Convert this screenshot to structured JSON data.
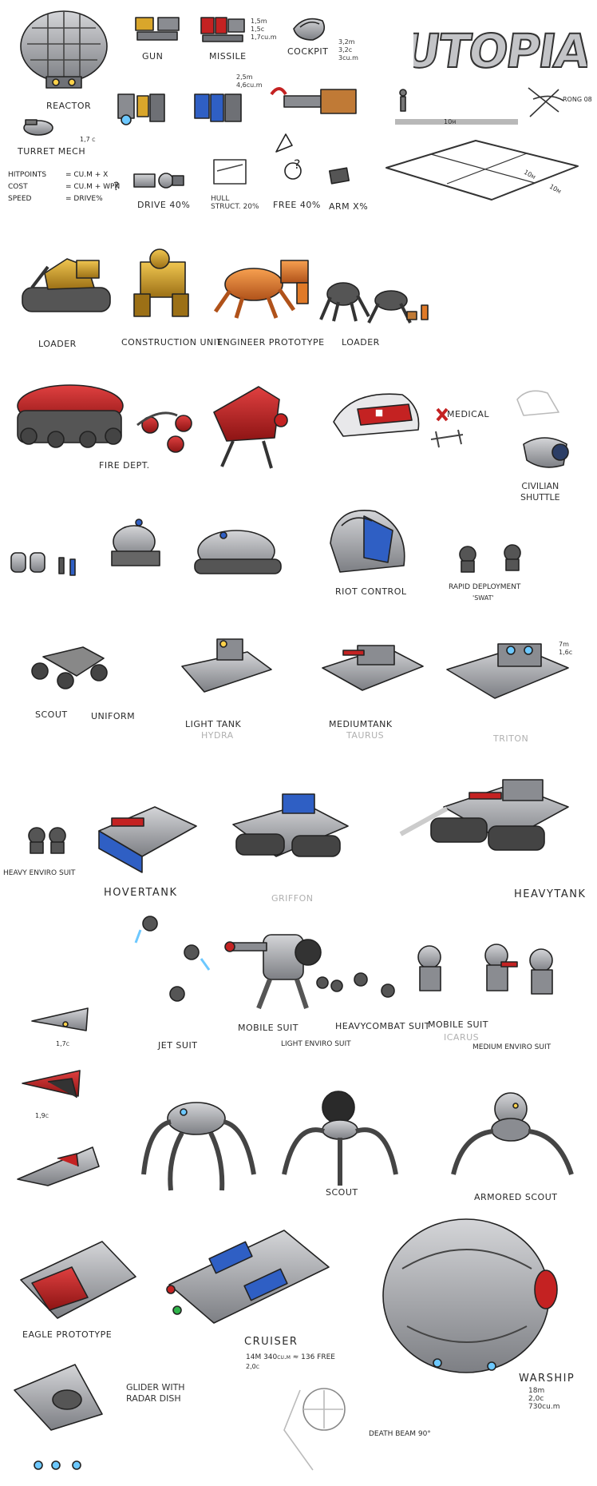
{
  "sheet": {
    "logo_text": "UTOPIA",
    "signature": "RONG 08",
    "scale_label": "10m",
    "grid_labels": [
      "10m",
      "10m"
    ]
  },
  "parts": {
    "reactor": "REACTOR",
    "turret_mech": "TURRET MECH",
    "turret_cost": "1,7 c",
    "gun": "GUN",
    "missile": "MISSILE",
    "missile_note": "1,5m\n1,5c\n1,7cu.m",
    "cockpit": "COCKPIT",
    "cockpit_note": "3,2m\n3,2c\n3cu.m",
    "tool_note": "2,5m\n4,6cu.m",
    "drive": "DRIVE 40%",
    "hull": "HULL\nSTRUCT. 20%",
    "free": "FREE 40%",
    "arm": "ARM X%",
    "question": "?"
  },
  "stats": [
    {
      "key": "HITPOINTS",
      "value": "= CU.M + X"
    },
    {
      "key": "COST",
      "value": "= CU.M + WPN"
    },
    {
      "key": "SPEED",
      "value": "= DRIVE%"
    }
  ],
  "units": {
    "loader_1": "LOADER",
    "construction": "CONSTRUCTION UNIT",
    "engineer": "ENGINEER PROTOTYPE",
    "loader_2": "LOADER",
    "fire": "FIRE DEPT.",
    "medical": "MEDICAL",
    "shuttle": "CIVILIAN\nSHUTTLE",
    "riot": "RIOT CONTROL",
    "rapid": "RAPID DEPLOYMENT",
    "swat": "'SWAT'",
    "scout_1": "SCOUT",
    "uniform": "UNIFORM",
    "light_tank": "LIGHT TANK",
    "hydra": "HYDRA",
    "medium_tank": "MEDIUMTANK",
    "taurus": "TAURUS",
    "triton": "TRITON",
    "triton_note": "7m\n1,6c",
    "heavy_enviro": "HEAVY ENVIRO SUIT",
    "hovertank": "HOVERTANK",
    "griffon": "GRIFFON",
    "heavy_tank": "HEAVYTANK",
    "jet_suit": "JET SUIT",
    "mobile_suit_1": "MOBILE SUIT",
    "light_enviro": "LIGHT ENVIRO SUIT",
    "heavy_combat": "HEAVYCOMBAT SUIT",
    "mobile_suit_2": "MOBILE SUIT",
    "icarus": "ICARUS",
    "medium_enviro": "MEDIUM ENVIRO SUIT",
    "ship_note_1": "1,7c",
    "ship_note_2": "1,9c",
    "scout_2": "SCOUT",
    "armored_scout": "ARMORED SCOUT",
    "eagle": "EAGLE PROTOTYPE",
    "cruiser": "CRUISER",
    "cruiser_note": "14M   340cu.m ≈ 136 FREE",
    "cruiser_cost": "2,0c",
    "warship": "WARSHIP",
    "warship_note": "18m\n2,0c\n730cu.m",
    "glider": "GLIDER WITH\nRADAR DISH",
    "death_beam": "DEATH BEAM 90°"
  },
  "colors": {
    "ink": "#2a2a2a",
    "metal": "#8f9196",
    "metal_light": "#c9cacd",
    "red": "#c42222",
    "yellow": "#d9a62b",
    "orange": "#e07a28",
    "blue": "#2f5fc4",
    "glow": "#6cc8ff"
  }
}
